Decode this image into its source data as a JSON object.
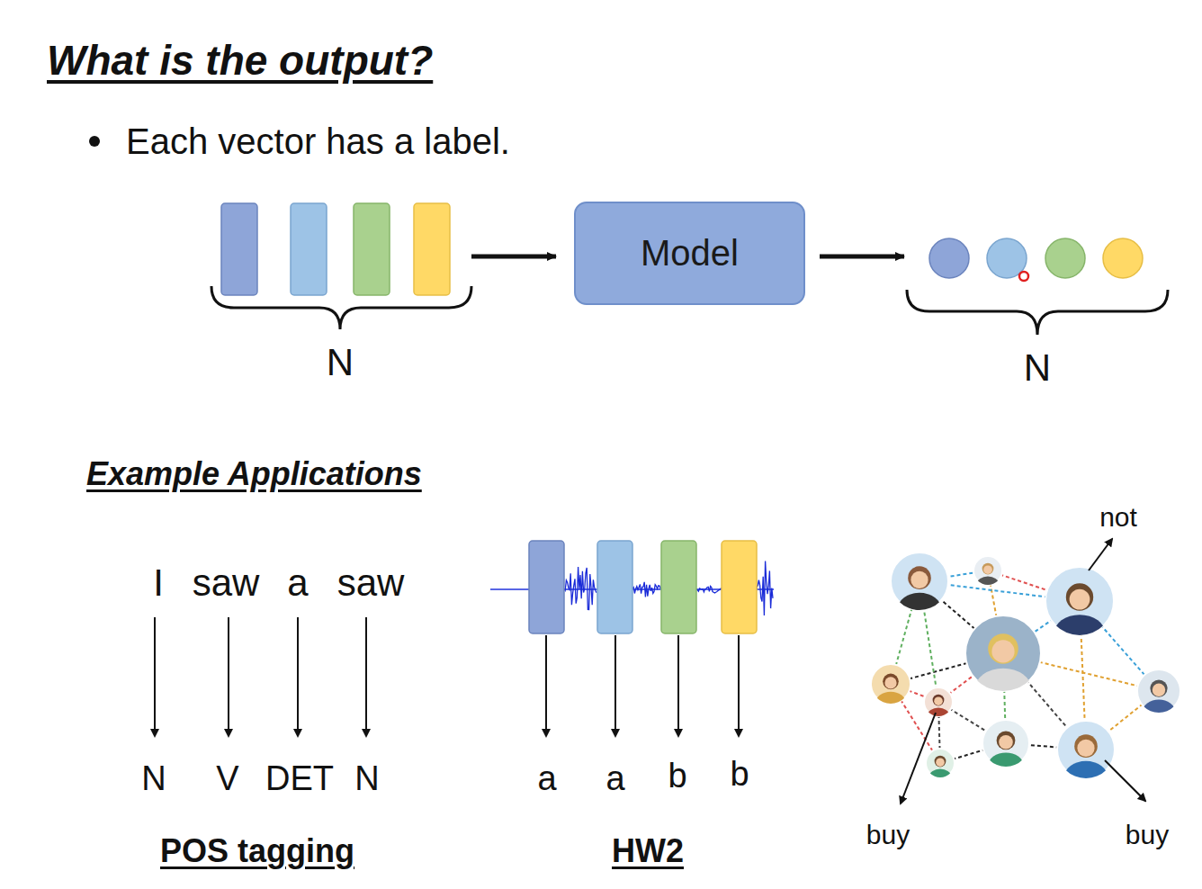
{
  "diagram": {
    "title": "What is the output?",
    "nodes": [
      {
        "text": [
          "Model"
        ]
      }
    ],
    "labels": [
      "Each vector has a label.",
      "N",
      "N",
      "Example Applications",
      "I",
      "saw",
      "a",
      "saw",
      "N",
      "V",
      "DET",
      "N",
      "POS tagging",
      "a",
      "a",
      "b",
      "b",
      "HW2",
      "not",
      "buy",
      "buy"
    ]
  }
}
